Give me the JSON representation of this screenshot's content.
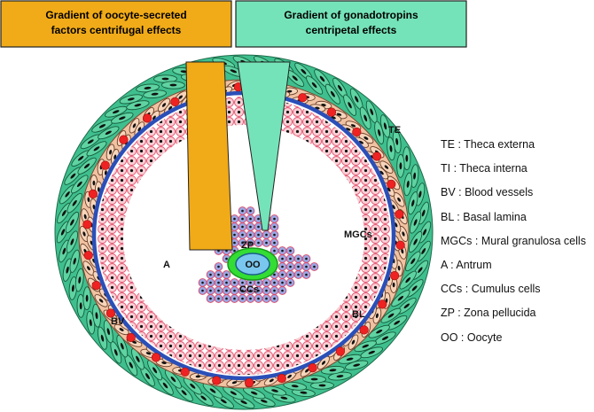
{
  "boxes": {
    "oocyte": {
      "line1": "Gradient of oocyte-secreted",
      "line2": "factors centrifugal effects",
      "color": "#f1ab18"
    },
    "gonadotropins": {
      "line1": "Gradient of gonadotropins",
      "line2": "centripetal effects",
      "color": "#75e3b9"
    }
  },
  "labels": {
    "te": "TE",
    "mgc": "MGCs",
    "a": "A",
    "bv": "BV",
    "bl": "BL",
    "zp": "ZP",
    "oo": "OO",
    "ccs": "CCs"
  },
  "legend": [
    "TE : Theca externa",
    "TI : Theca interna",
    "BV : Blood vessels",
    "BL : Basal lamina",
    "MGCs : Mural granulosa cells",
    "A : Antrum",
    "CCs : Cumulus cells",
    "ZP : Zona pellucida",
    "OO : Oocyte"
  ],
  "colors": {
    "theca_externa": "#3fbf8e",
    "theca_interna": "#f0c2a2",
    "blood_vessel": "#ee2222",
    "basal_lamina": "#2b4fb8",
    "granulosa": "#f7c6d0",
    "cumulus": "#9aa8e4",
    "zona_pellucida": "#33dd33",
    "oocyte": "#79c6ee"
  }
}
